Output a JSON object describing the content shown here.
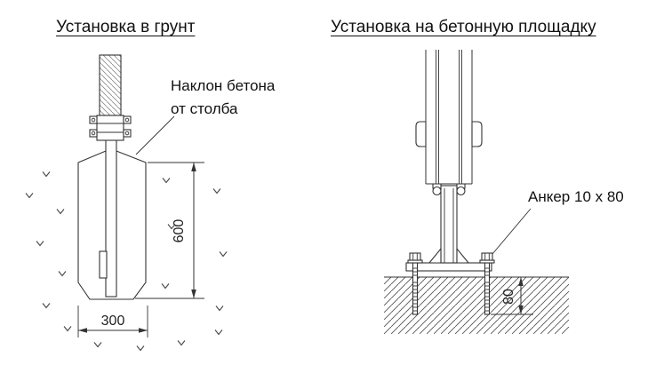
{
  "page": {
    "background": "#ffffff",
    "line_color": "#333333"
  },
  "left_diagram": {
    "title": "Установка в грунт",
    "slope_label_line1": "Наклон бетона",
    "slope_label_line2": "от столба",
    "depth_dim": "600",
    "width_dim": "300"
  },
  "right_diagram": {
    "title": "Установка на бетонную площадку",
    "anchor_label": "Анкер 10 x 80",
    "embed_dim": "80"
  }
}
